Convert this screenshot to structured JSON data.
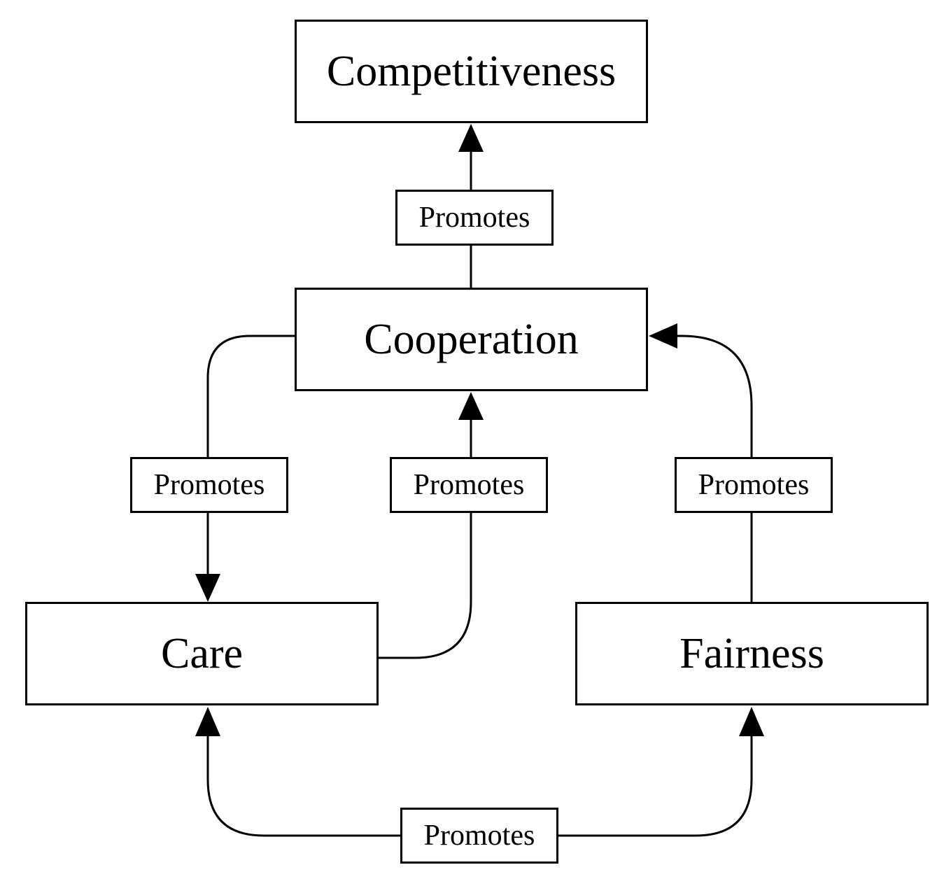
{
  "nodes": {
    "competitiveness": "Competitiveness",
    "cooperation": "Cooperation",
    "care": "Care",
    "fairness": "Fairness"
  },
  "edges": [
    {
      "from": "Cooperation",
      "to": "Competitiveness",
      "label": "Promotes"
    },
    {
      "from": "Cooperation",
      "to": "Care",
      "label": "Promotes"
    },
    {
      "from": "Care",
      "to": "Cooperation",
      "label": "Promotes"
    },
    {
      "from": "Fairness",
      "to": "Cooperation",
      "label": "Promotes"
    },
    {
      "from": "Promotes (bottom link)",
      "to": "Care and Fairness",
      "label": "Promotes"
    }
  ],
  "colors": {
    "stroke": "#000000",
    "background": "#ffffff"
  }
}
